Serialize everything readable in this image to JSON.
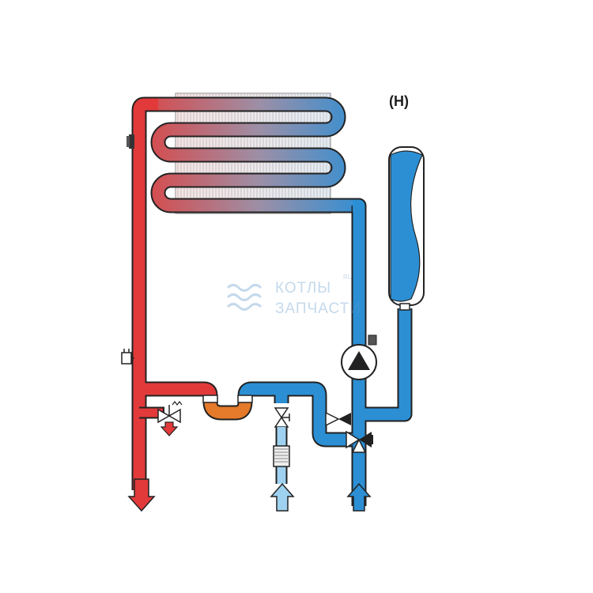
{
  "diagram": {
    "variant_label": "(H)",
    "colors": {
      "hot": "#e23a3a",
      "cold": "#2c8fd4",
      "cold_light": "#9fd2f1",
      "orange": "#e47a2a",
      "tank_fill": "#2c8fd4",
      "stroke": "#222222"
    }
  },
  "watermark": {
    "line1": "КОТЛЫ",
    "line2": "ЗАПЧАСТИ",
    "suffix": "RU"
  }
}
